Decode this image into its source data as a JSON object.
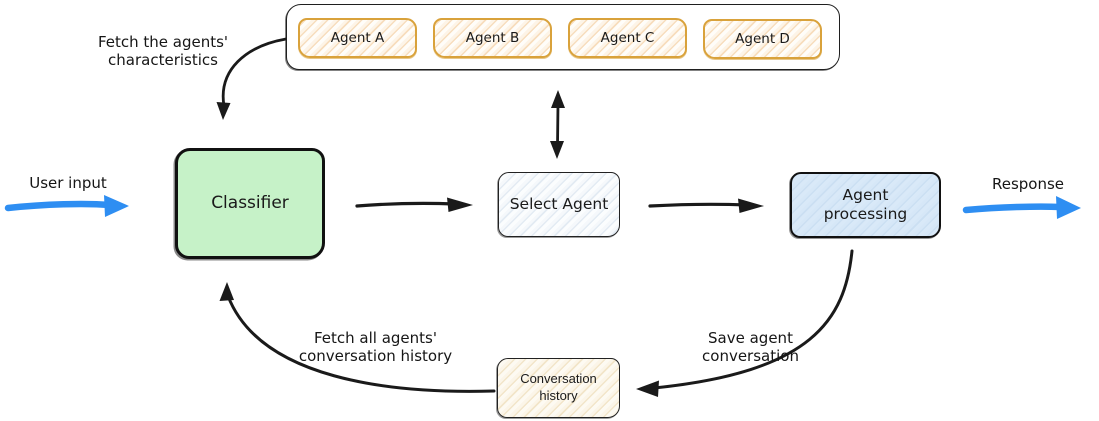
{
  "diagram": {
    "title_implicit": "Multi-agent routing flow",
    "agents_container": {
      "items": [
        {
          "label": "Agent A"
        },
        {
          "label": "Agent B"
        },
        {
          "label": "Agent C"
        },
        {
          "label": "Agent D"
        }
      ]
    },
    "nodes": {
      "classifier": {
        "label": "Classifier",
        "fill": "#c6f2c8"
      },
      "select_agent": {
        "label": "Select Agent",
        "fill": "#f5f8fb"
      },
      "agent_processing": {
        "label": "Agent processing",
        "fill": "#d6e7f7"
      },
      "conversation_history": {
        "label": "Conversation history",
        "fill": "#fbf5e8"
      }
    },
    "annotations": {
      "user_input": "User input",
      "response": "Response",
      "fetch_characteristics": "Fetch the agents' characteristics",
      "fetch_history": "Fetch all agents' conversation history",
      "save_conversation": "Save agent conversation"
    },
    "edges": [
      {
        "name": "user-input-arrow",
        "from": "external",
        "to": "classifier",
        "color": "#2e8ef2",
        "style": "thick-straight"
      },
      {
        "name": "classifier-to-select-agent-arrow",
        "from": "classifier",
        "to": "select_agent",
        "color": "#1a1a1a",
        "style": "straight"
      },
      {
        "name": "select-agent-to-agent-processing-arrow",
        "from": "select_agent",
        "to": "agent_processing",
        "color": "#1a1a1a",
        "style": "straight"
      },
      {
        "name": "response-arrow",
        "from": "agent_processing",
        "to": "external",
        "color": "#2e8ef2",
        "style": "thick-straight"
      },
      {
        "name": "select-agent-agents-double-arrow",
        "from": "select_agent",
        "to": "agents_container",
        "color": "#1a1a1a",
        "style": "double-headed"
      },
      {
        "name": "fetch-characteristics-arrow",
        "from": "agents_container",
        "to": "classifier",
        "color": "#1a1a1a",
        "style": "curved"
      },
      {
        "name": "save-conversation-arrow",
        "from": "agent_processing",
        "to": "conversation_history",
        "color": "#1a1a1a",
        "style": "curved"
      },
      {
        "name": "fetch-history-arrow",
        "from": "conversation_history",
        "to": "classifier",
        "color": "#1a1a1a",
        "style": "curved"
      }
    ],
    "colors": {
      "flow_arrow_blue": "#2e8ef2",
      "black_arrow": "#1a1a1a",
      "agent_box_border": "#d9a23b",
      "classifier_fill": "#c6f2c8",
      "agent_processing_fill": "#d6e7f7",
      "conversation_history_fill": "#fbf5e8",
      "container_border": "#1f1f1f"
    }
  }
}
